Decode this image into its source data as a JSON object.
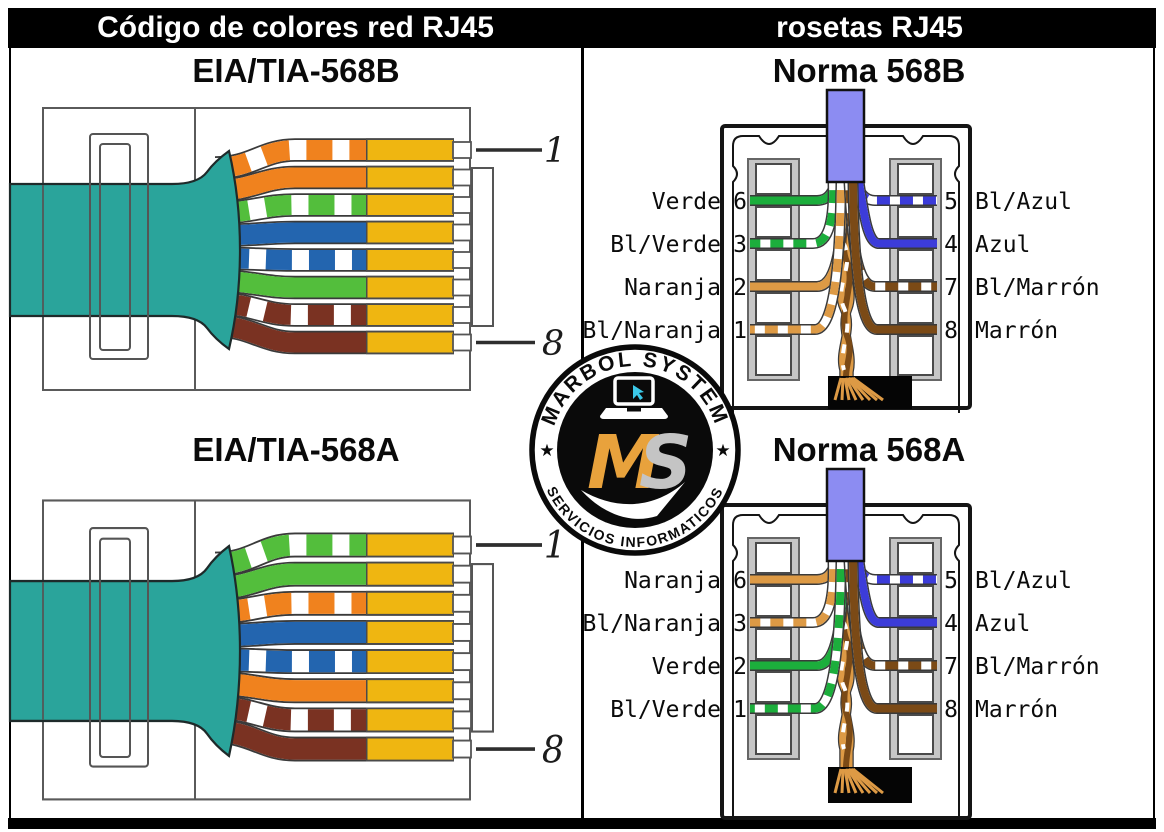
{
  "header": {
    "left_title": "Código de colores red RJ45",
    "right_title": "rosetas RJ45"
  },
  "left_panel": {
    "sections": [
      {
        "title": "EIA/TIA-568B",
        "pin_first": "1",
        "pin_last": "8",
        "wires": [
          "white-orange",
          "orange",
          "white-green",
          "blue",
          "white-blue",
          "green",
          "white-brown",
          "brown"
        ]
      },
      {
        "title": "EIA/TIA-568A",
        "pin_first": "1",
        "pin_last": "8",
        "wires": [
          "white-green",
          "green",
          "white-orange",
          "blue",
          "white-blue",
          "orange",
          "white-brown",
          "brown"
        ]
      }
    ]
  },
  "right_panel": {
    "sections": [
      {
        "title": "Norma 568B",
        "left_terminals": [
          {
            "label": "Verde",
            "pin": "6",
            "wire": "green"
          },
          {
            "label": "Bl/Verde",
            "pin": "3",
            "wire": "white-green"
          },
          {
            "label": "Naranja",
            "pin": "2",
            "wire": "orange"
          },
          {
            "label": "Bl/Naranja",
            "pin": "1",
            "wire": "white-orange"
          }
        ],
        "right_terminals": [
          {
            "pin": "5",
            "label": "Bl/Azul",
            "wire": "white-blue"
          },
          {
            "pin": "4",
            "label": "Azul",
            "wire": "blue"
          },
          {
            "pin": "7",
            "label": "Bl/Marrón",
            "wire": "white-brown"
          },
          {
            "pin": "8",
            "label": "Marrón",
            "wire": "brown"
          }
        ]
      },
      {
        "title": "Norma 568A",
        "left_terminals": [
          {
            "label": "Naranja",
            "pin": "6",
            "wire": "orange"
          },
          {
            "label": "Bl/Naranja",
            "pin": "3",
            "wire": "white-orange"
          },
          {
            "label": "Verde",
            "pin": "2",
            "wire": "green"
          },
          {
            "label": "Bl/Verde",
            "pin": "1",
            "wire": "white-green"
          }
        ],
        "right_terminals": [
          {
            "pin": "5",
            "label": "Bl/Azul",
            "wire": "white-blue"
          },
          {
            "pin": "4",
            "label": "Azul",
            "wire": "blue"
          },
          {
            "pin": "7",
            "label": "Bl/Marrón",
            "wire": "white-brown"
          },
          {
            "pin": "8",
            "label": "Marrón",
            "wire": "brown"
          }
        ]
      }
    ]
  },
  "logo": {
    "arc_top": "MARBOL SYSTEM",
    "arc_bottom": "SERVICIOS INFORMATICOS",
    "initial_m": "M",
    "initial_s": "S",
    "star": "★"
  },
  "colors": {
    "c-bar": "#000000",
    "c-teal": "#2AA49B",
    "c-gold": "#EFB611",
    "c-orange": "#F0821E",
    "c-green": "#53BE3C",
    "c-blue": "#2365AF",
    "c-brown": "#7A3222",
    "c-r-orange": "#DD9A45",
    "c-r-green": "#1CAE3C",
    "c-r-blue": "#3C3CD9",
    "c-r-brown": "#7B4A16",
    "c-cable": "#8C8CF2",
    "c-logo-orange": "#E8A23C",
    "c-logo-silver": "#C4C4C4"
  }
}
